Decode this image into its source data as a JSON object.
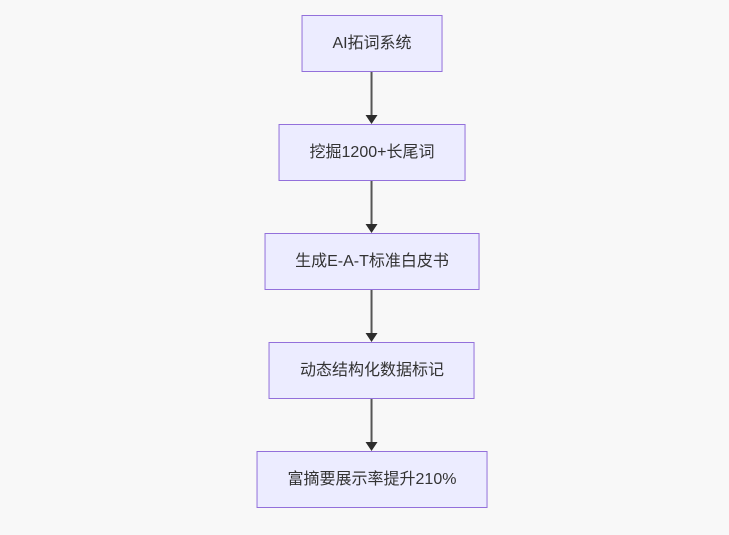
{
  "page": {
    "background_color": "#f8f8f8"
  },
  "diagram": {
    "type": "flowchart",
    "direction": "top-down",
    "style": {
      "node_fill": "#ececff",
      "node_border": "#9370db",
      "node_text_color": "#333333",
      "arrow_line_color": "#565656",
      "arrow_head_color": "#2d2d2d"
    },
    "nodes": [
      {
        "id": "n1",
        "label": "AI拓词系统"
      },
      {
        "id": "n2",
        "label": "挖掘1200+长尾词"
      },
      {
        "id": "n3",
        "label": "生成E-A-T标准白皮书"
      },
      {
        "id": "n4",
        "label": "动态结构化数据标记"
      },
      {
        "id": "n5",
        "label": "富摘要展示率提升210%"
      }
    ],
    "edges": [
      {
        "from": "n1",
        "to": "n2"
      },
      {
        "from": "n2",
        "to": "n3"
      },
      {
        "from": "n3",
        "to": "n4"
      },
      {
        "from": "n4",
        "to": "n5"
      }
    ]
  }
}
